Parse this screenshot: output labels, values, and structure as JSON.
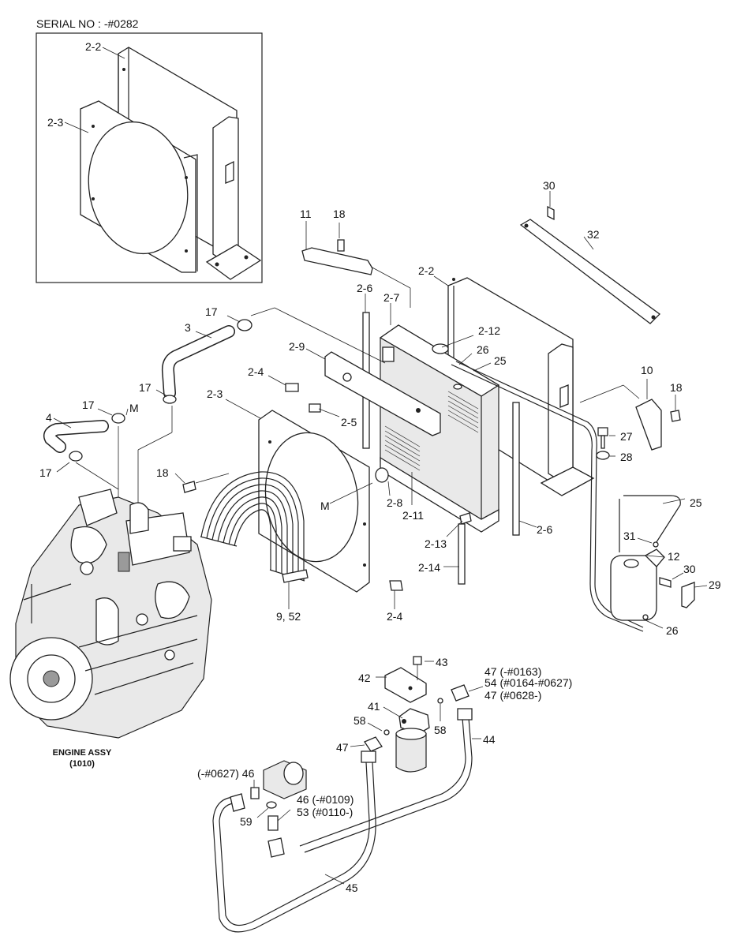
{
  "header": {
    "serial_label": "SERIAL NO : -#0282"
  },
  "engine": {
    "title": "ENGINE ASSY",
    "code": "(1010)"
  },
  "labels": {
    "inset_2_2": "2-2",
    "inset_2_3": "2-3",
    "p30_top": "30",
    "p32": "32",
    "p11": "11",
    "p18_top": "18",
    "p2_2": "2-2",
    "p2_6_top": "2-6",
    "p2_7": "2-7",
    "p17_top": "17",
    "p3": "3",
    "p2_9": "2-9",
    "p2_12": "2-12",
    "p26_top": "26",
    "p25_top": "25",
    "p2_4_top": "2-4",
    "p10": "10",
    "p18_right": "18",
    "p17_mid": "17",
    "p2_3": "2-3",
    "p2_5": "2-5",
    "p4": "4",
    "p17_hose": "17",
    "pM_top": "M",
    "p17_left": "17",
    "p27": "27",
    "p28": "28",
    "p18_left": "18",
    "pM_mid": "M",
    "p2_8": "2-8",
    "p2_11": "2-11",
    "p25_right": "25",
    "p2_6_bottom": "2-6",
    "p2_13": "2-13",
    "p31": "31",
    "p12": "12",
    "p30_right": "30",
    "p2_14": "2-14",
    "p29": "29",
    "p2_4_bottom": "2-4",
    "p9_52": "9, 52",
    "p26_bottom": "26",
    "p43": "43",
    "p47_a": "47 (-#0163)",
    "p54": "54 (#0164-#0627)",
    "p42": "42",
    "p47_b": "47 (#0628-)",
    "p41": "41",
    "p58_left": "58",
    "p58_right": "58",
    "p44": "44",
    "p47_left": "47",
    "p46_top": "(-#0627) 46",
    "p46_right": "46 (-#0109)",
    "p53": "53 (#0110-)",
    "p59": "59",
    "p45": "45"
  }
}
